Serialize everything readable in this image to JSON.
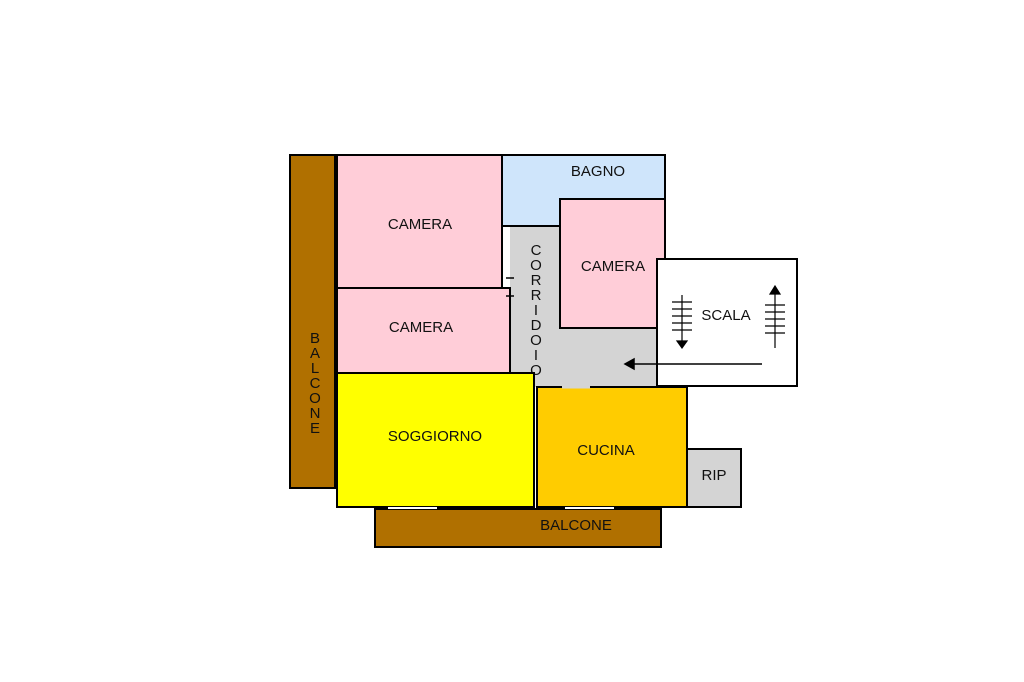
{
  "colors": {
    "camera": "#ffcdd8",
    "bagno": "#cfe5fb",
    "corridoio": "#d4d4d4",
    "soggiorno": "#ffff00",
    "cucina": "#ffcc00",
    "balcone": "#b07000",
    "scala": "#ffffff",
    "rip": "#d4d4d4",
    "wall": "#000000"
  },
  "rooms": {
    "camera_top": "CAMERA",
    "camera_middle": "CAMERA",
    "camera_right": "CAMERA",
    "bagno": "BAGNO",
    "corridoio": [
      "C",
      "O",
      "R",
      "R",
      "I",
      "D",
      "O",
      "I",
      "O"
    ],
    "soggiorno": "SOGGIORNO",
    "cucina": "CUCINA",
    "scala": "SCALA",
    "rip": "RIP",
    "balcone_left": [
      "B",
      "A",
      "L",
      "C",
      "O",
      "N",
      "E"
    ],
    "balcone_bottom": "BALCONE"
  }
}
